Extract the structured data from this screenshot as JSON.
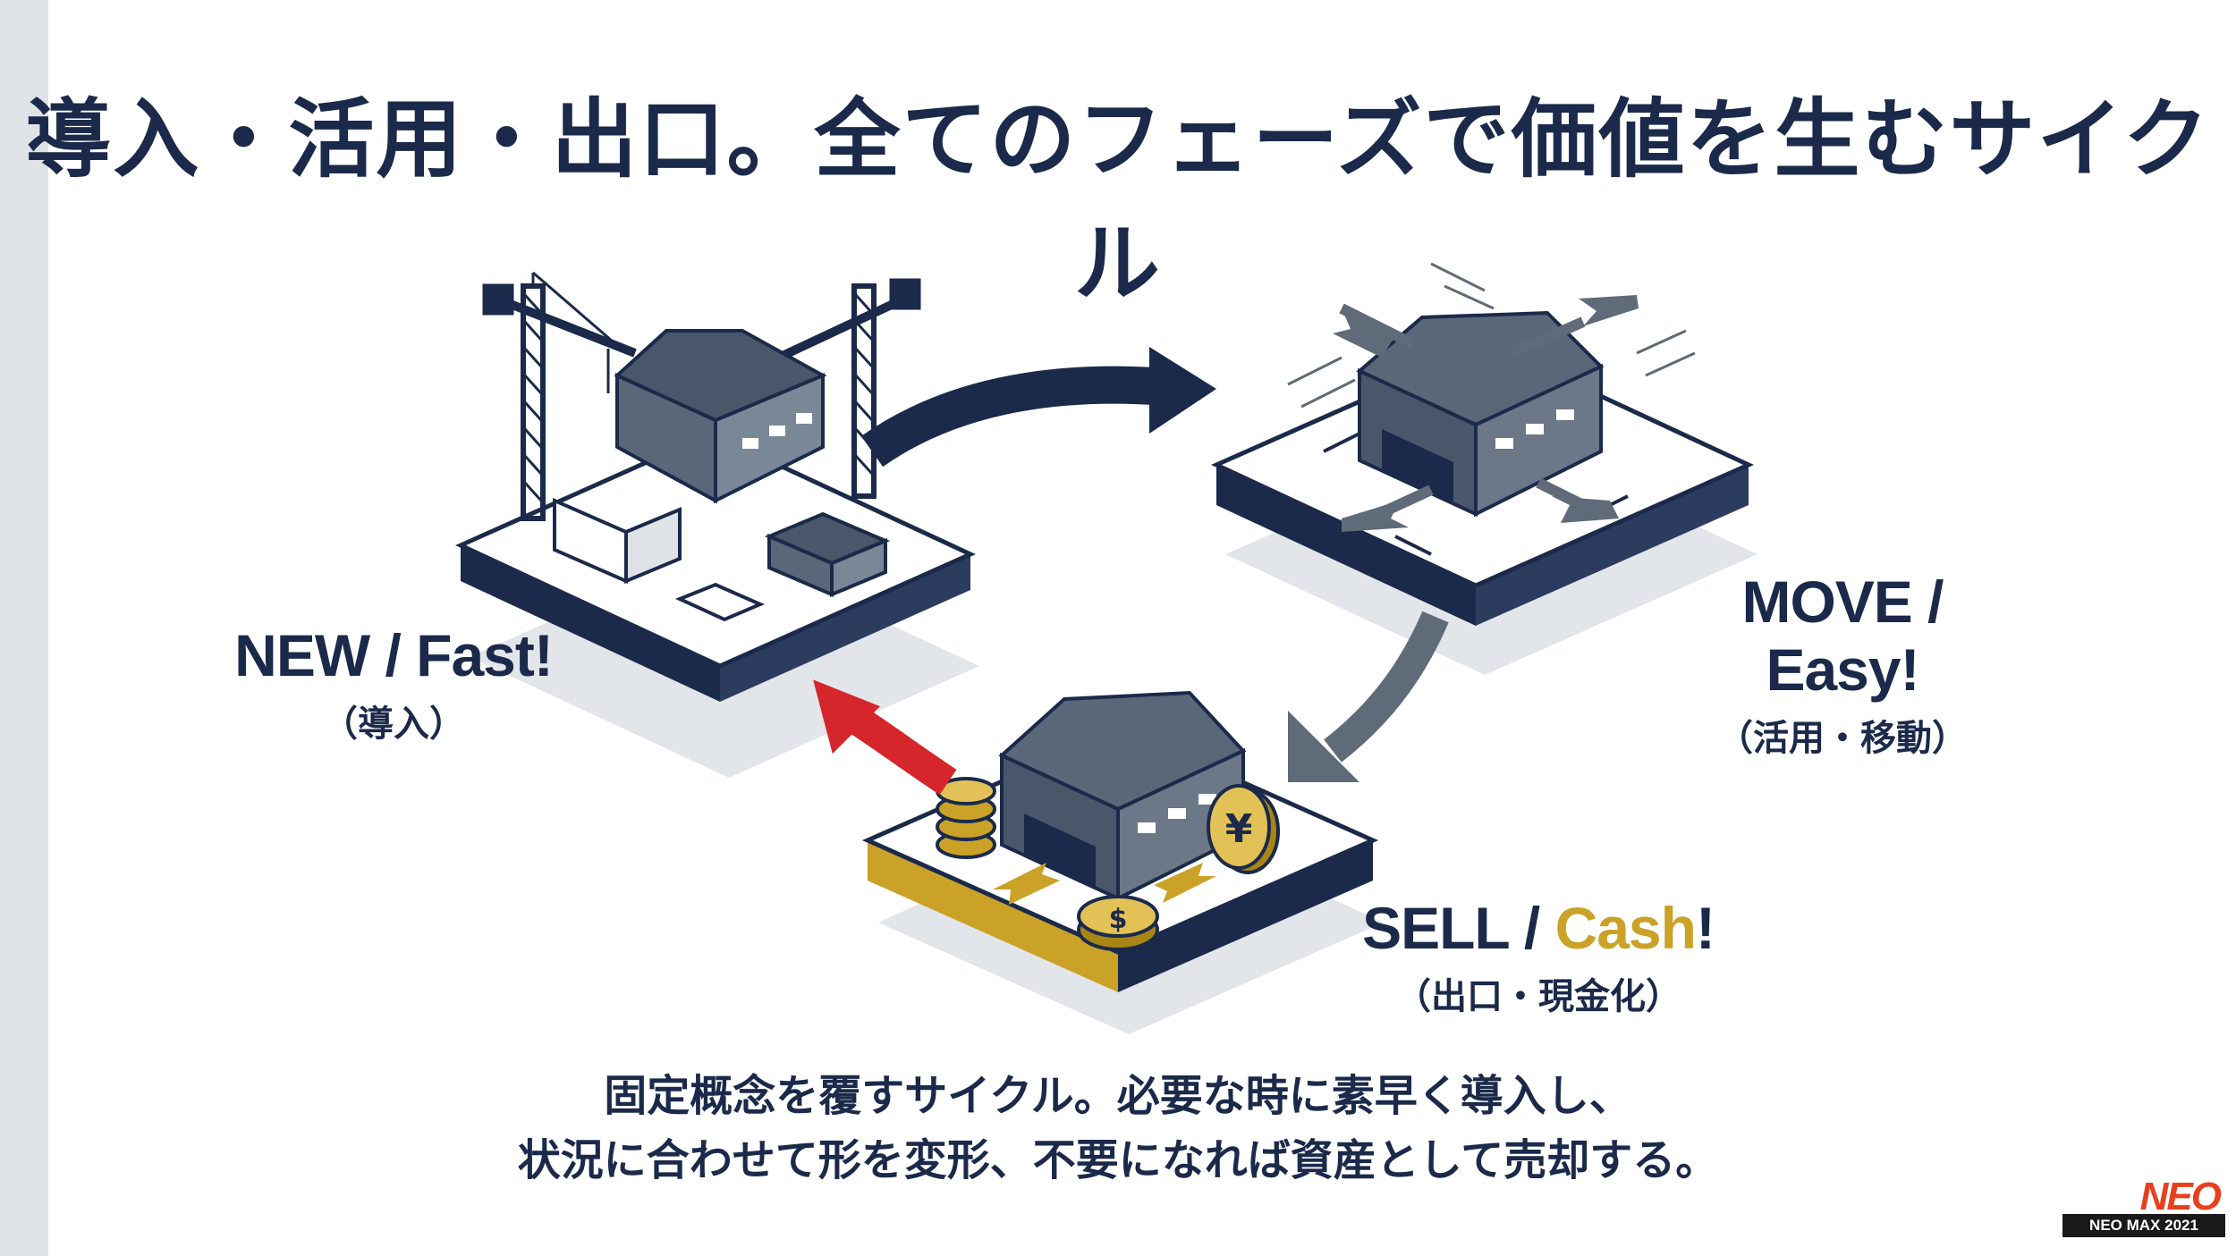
{
  "title": "導入・活用・出口。全てのフェーズで価値を生むサイクル",
  "phases": {
    "new": {
      "main": "NEW / Fast!",
      "sub": "（導入）"
    },
    "move": {
      "main": "MOVE / Easy!",
      "sub": "（活用・移動）"
    },
    "sell": {
      "main_prefix": "SELL / ",
      "main_accent": "Cash",
      "main_suffix": "!",
      "sub": "（出口・現金化）"
    }
  },
  "caption": {
    "line1": "固定概念を覆すサイクル。必要な時に素早く導入し、",
    "line2": "状況に合わせて形を変形、不要になれば資産として売却する。"
  },
  "coin_symbols": {
    "dollar": "$",
    "yen": "¥"
  },
  "logo": {
    "mark": "NEO",
    "text": "NEO MAX 2021"
  },
  "colors": {
    "navy": "#1b2a4a",
    "gold": "#c9a227",
    "red": "#d4262b",
    "gray_arrow": "#5f6b78",
    "logo_orange": "#e8401c"
  }
}
